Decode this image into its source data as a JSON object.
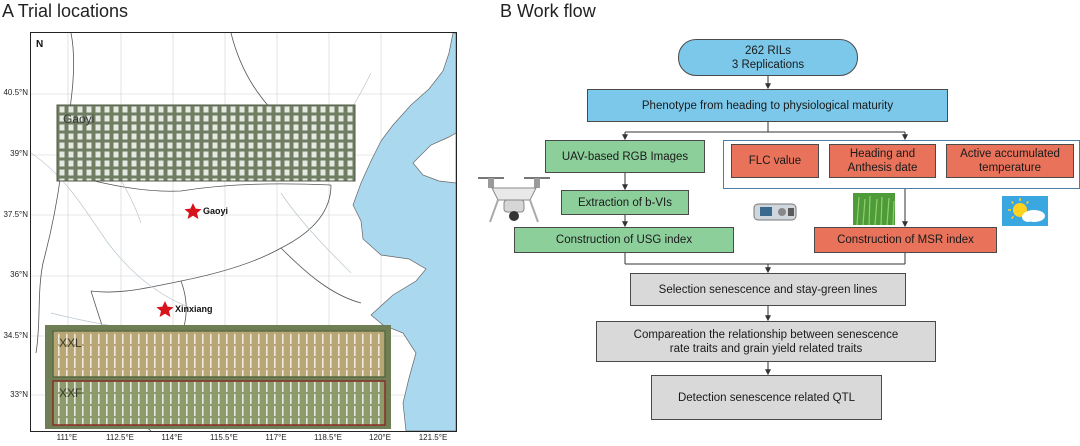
{
  "panels": {
    "a_title": "A  Trial locations",
    "b_title": "B Work flow"
  },
  "map": {
    "north_label": "N",
    "lat_ticks": [
      "40.5°N",
      "39°N",
      "37.5°N",
      "36°N",
      "34.5°N",
      "33°N"
    ],
    "lon_ticks": [
      "111°E",
      "112.5°E",
      "114°E",
      "115.5°E",
      "117°E",
      "118.5°E",
      "120°E",
      "121.5°E"
    ],
    "sites": [
      {
        "name": "Gaoyi",
        "field_label": "Gaoyi"
      },
      {
        "name": "Xinxiang",
        "field_label": "XXL"
      }
    ],
    "field_labels": [
      "Gaoyi",
      "XXL",
      "XXF"
    ],
    "colors": {
      "sea": "#a9d8ef",
      "marker": "#d7131b",
      "field_green": "#8a9a7a",
      "field_tan": "#c9b98a"
    }
  },
  "flow": {
    "start": {
      "line1": "262 RILs",
      "line2": "3 Replications"
    },
    "phenotype": "Phenotype  from  heading to physiological maturity",
    "uav": "UAV-based RGB Images",
    "extraction": "Extraction of b-VIs",
    "usg": "Construction of USG index",
    "flc": "FLC  value",
    "heading": {
      "line1": "Heading and",
      "line2": "Anthesis date"
    },
    "active": {
      "line1": "Active accumulated",
      "line2": "temperature"
    },
    "msr": "Construction of MSR index",
    "selection": "Selection senescence and stay-green lines",
    "compare": {
      "line1": "Compareation the relationship between senescence",
      "line2": "rate traits and grain yield related traits"
    },
    "detect": "Detection senescence related QTL",
    "icons": [
      "drone-icon",
      "device-icon",
      "wheat-field-icon",
      "sun-cloud-icon"
    ],
    "colors": {
      "blue": "#7cc8ea",
      "green": "#8ccf9b",
      "orange": "#e8725a",
      "grey": "#d9d9d9"
    }
  }
}
